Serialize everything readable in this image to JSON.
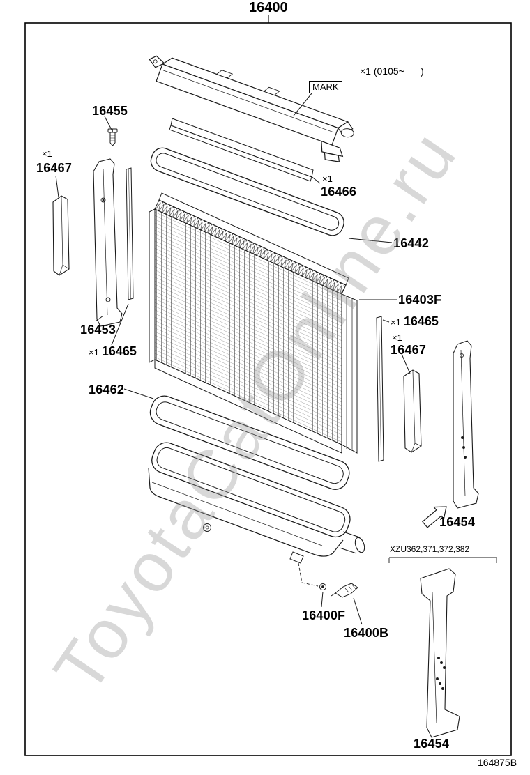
{
  "diagram": {
    "assembly_number": "16400",
    "drawing_code": "164875B",
    "watermark": "ToyotaCatOnline.ru",
    "ink_color": "#1a1a1a",
    "watermark_color": "#9a9a9a",
    "notes": {
      "date_range": "×1 (0105~      )",
      "mark": "MARK",
      "applicability": "XZU362,371,372,382",
      "qty_one": "×1"
    },
    "parts": {
      "p16400": "16400",
      "p16455": "16455",
      "p16466": "16466",
      "p16467": "16467",
      "p16442": "16442",
      "p16403F": "16403F",
      "p16465": "16465",
      "p16453": "16453",
      "p16462": "16462",
      "p16454": "16454",
      "p16400F": "16400F",
      "p16400B": "16400B"
    }
  }
}
